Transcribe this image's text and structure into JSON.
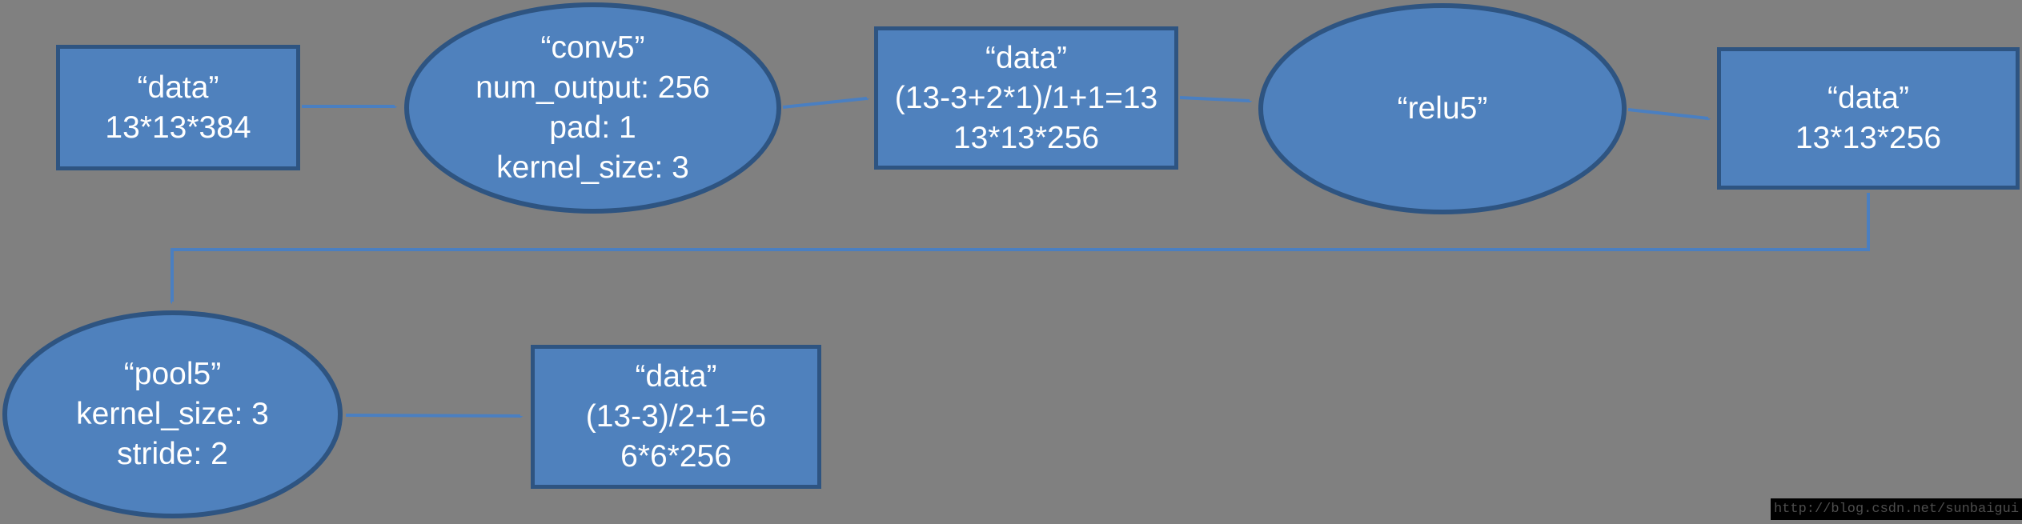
{
  "diagram": {
    "description": "Caffe/CNN layer flow diagram for conv5-relu5-pool5 stage",
    "colors": {
      "background": "#808080",
      "node_fill": "#4f81bd",
      "node_border": "#2e5481",
      "connector": "#4a7fc1",
      "text": "#ffffff",
      "watermark_bg": "#000000",
      "watermark_text": "#4d4d4d"
    },
    "nodes": [
      {
        "id": "data1",
        "shape": "rectangle",
        "lines": [
          "“data”",
          "13*13*384"
        ]
      },
      {
        "id": "conv5",
        "shape": "ellipse",
        "lines": [
          "“conv5”",
          "num_output: 256",
          "pad: 1",
          "kernel_size: 3"
        ]
      },
      {
        "id": "data2",
        "shape": "rectangle",
        "lines": [
          "“data”",
          "(13-3+2*1)/1+1=13",
          "13*13*256"
        ]
      },
      {
        "id": "relu5",
        "shape": "ellipse",
        "lines": [
          "“relu5”"
        ]
      },
      {
        "id": "data3",
        "shape": "rectangle",
        "lines": [
          "“data”",
          "13*13*256"
        ]
      },
      {
        "id": "pool5",
        "shape": "ellipse",
        "lines": [
          "“pool5”",
          "kernel_size: 3",
          "stride: 2"
        ]
      },
      {
        "id": "data4",
        "shape": "rectangle",
        "lines": [
          "“data”",
          "(13-3)/2+1=6",
          "6*6*256"
        ]
      }
    ],
    "edges": [
      {
        "from": "data1",
        "to": "conv5"
      },
      {
        "from": "conv5",
        "to": "data2"
      },
      {
        "from": "data2",
        "to": "relu5"
      },
      {
        "from": "relu5",
        "to": "data3"
      },
      {
        "from": "data3",
        "to": "pool5"
      },
      {
        "from": "pool5",
        "to": "data4"
      }
    ],
    "watermark": {
      "text": "http://blog.csdn.net/sunbaigui"
    }
  }
}
